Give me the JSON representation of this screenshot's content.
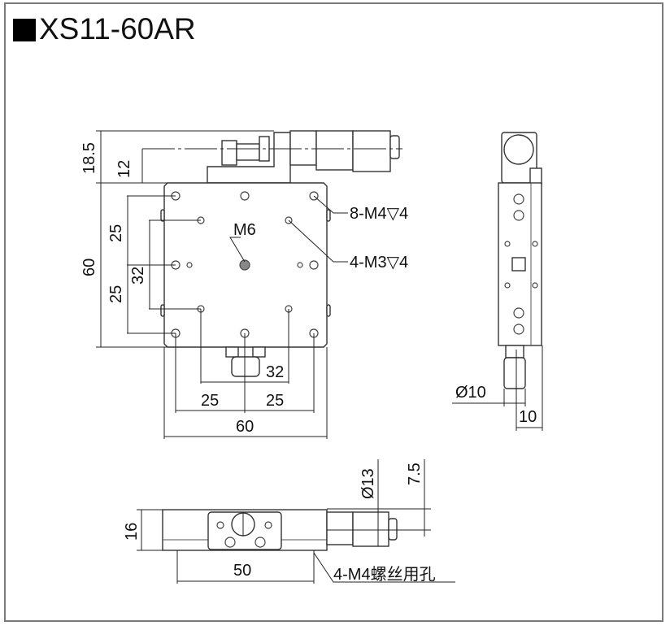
{
  "title": {
    "marker": "■",
    "model": "XS11-60AR"
  },
  "top_view": {
    "dim_height_total": "18.5",
    "dim_micrometer_axis": "12",
    "dim_width_vertical": "60",
    "dim_hole_pitch_upper": "25",
    "dim_hole_pitch_lower": "25",
    "dim_inner_pitch_vertical": "32",
    "dim_inner_pitch_horizontal": "32",
    "dim_hole_pitch_left": "25",
    "dim_hole_pitch_right": "25",
    "dim_width_horizontal": "60",
    "callout_center": "M6",
    "callout_outer_holes": "8-M4▽4",
    "callout_inner_holes": "4-M3▽4"
  },
  "side_view": {
    "dim_micrometer_diameter": "Ø10",
    "dim_offset": "10"
  },
  "front_view": {
    "dim_height": "16",
    "dim_mount_pitch": "50",
    "dim_sleeve_diameter": "Ø13",
    "dim_axis_height": "7.5",
    "callout_mount_holes": "4-M4螺丝用孔"
  }
}
